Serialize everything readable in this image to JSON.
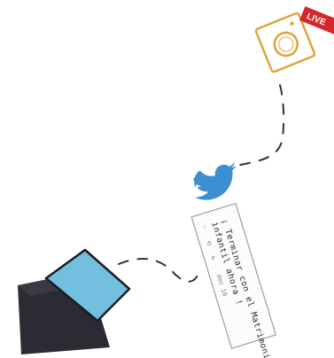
{
  "live_badge": {
    "label": "LIVE",
    "color": "#d7262b"
  },
  "camera": {
    "icon": "instagram-camera-icon",
    "color": "#e0a23a"
  },
  "bird": {
    "icon": "twitter-bird-icon",
    "color": "#3b8fd0"
  },
  "tweet_card": {
    "line1": "¡ Terminar con el Matrimonio",
    "line2": "infantil ahora !",
    "actions": [
      "♡",
      "⟲",
      "⇆"
    ],
    "date": "dec 10"
  },
  "laptop": {
    "icon": "laptop-icon",
    "screen_color": "#73bfe0",
    "body_color": "#2b2b33"
  },
  "connector_color": "#333333"
}
